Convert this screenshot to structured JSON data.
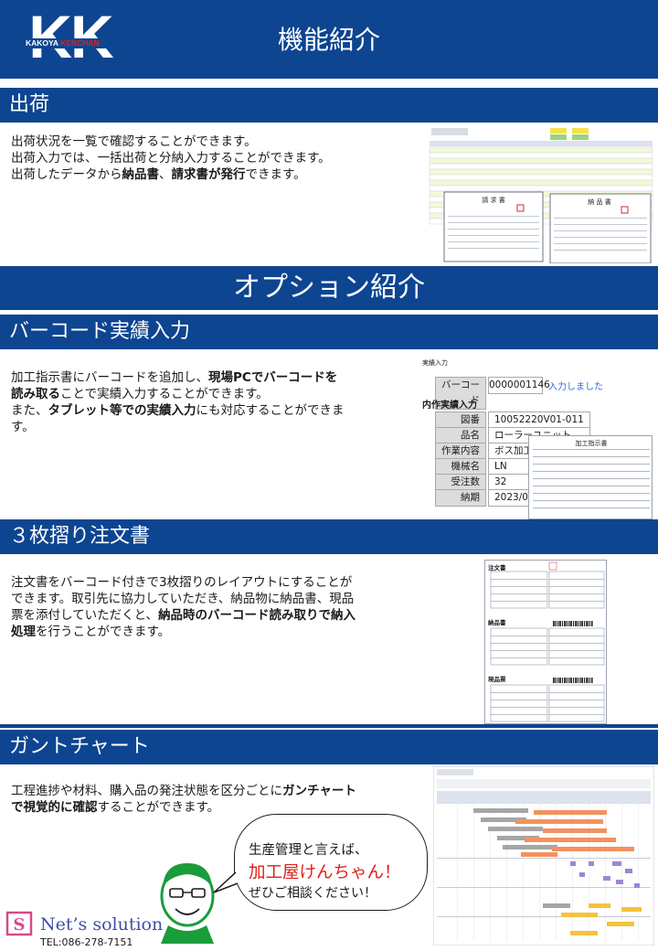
{
  "header": {
    "logo_letters": "KK",
    "logo_sub_a": "KAKOYA",
    "logo_sub_b": "KENCHAN",
    "title": "機能紹介"
  },
  "shipping": {
    "title": "出荷",
    "line1": "出荷状況を一覧で確認することができます。",
    "line2": "出荷入力では、一括出荷と分納入力することができます。",
    "line3_pre": "出荷したデータから",
    "line3_b1": "納品書",
    "line3_mid": "、",
    "line3_b2": "請求書が発行",
    "line3_post": "できます。",
    "doc_invoice": "請 求 書",
    "doc_delivery": "納 品 書"
  },
  "options": {
    "title": "オプション紹介"
  },
  "barcode": {
    "title": "バーコード実績入力",
    "p1_pre": "加工指示書にバーコードを追加し、",
    "p1_b": "現場PCでバーコードを",
    "p2_b": "読み取る",
    "p2_post": "ことで実績入力することができます。",
    "p3_pre": "また、",
    "p3_b": "タブレット等での実績入力",
    "p3_post": "にも対応することができま",
    "p4": "す。",
    "form": {
      "header": "実績入力",
      "barcode_label": "バーコード",
      "barcode_value": "0000001146",
      "status": "入力しました",
      "section": "内作実績入力",
      "rows": [
        {
          "label": "図番",
          "value": "10052220V01-011"
        },
        {
          "label": "品名",
          "value": "ローラーユニット"
        },
        {
          "label": "作業内容",
          "value": "ボス加工"
        },
        {
          "label": "機械名",
          "value": "LN"
        },
        {
          "label": "受注数",
          "value": "32"
        },
        {
          "label": "納期",
          "value": "2023/08/10"
        }
      ],
      "instruction_title": "加工指示書"
    }
  },
  "order": {
    "title": "３枚摺り注文書",
    "l1": "注文書をバーコード付きで3枚摺りのレイアウトにすることが",
    "l2": "できます。取引先に協力していただき、納品物に納品書、現品",
    "l3_pre": "票を添付していただくと、",
    "l3_b": "納品時のバーコード読み取りで納入",
    "l4_b": "処理",
    "l4_post": "を行うことができます。",
    "doc1": "注文書",
    "doc2": "納品書",
    "doc3": "現品票"
  },
  "gantt": {
    "title": "ガントチャート",
    "l1_pre": "工程進捗や材料、購入品の発注状態を区分ごとに",
    "l1_b": "ガンチャート",
    "l2_b": "で視覚的に確認",
    "l2_post": "することができます。"
  },
  "bubble": {
    "l1": "生産管理と言えば、",
    "l2": "加工屋けんちゃん！",
    "l3": "ぜひご相談ください！"
  },
  "footer": {
    "company": "Net’s solution",
    "tel": "TEL:086-278-7151"
  },
  "colors": {
    "navy": "#0e4591",
    "accent_red": "#e02018",
    "gantt_orange": "#f2925f",
    "gantt_gray": "#a6a6a6",
    "gantt_purple": "#9e86d6",
    "gantt_yellow": "#f5c23c"
  }
}
